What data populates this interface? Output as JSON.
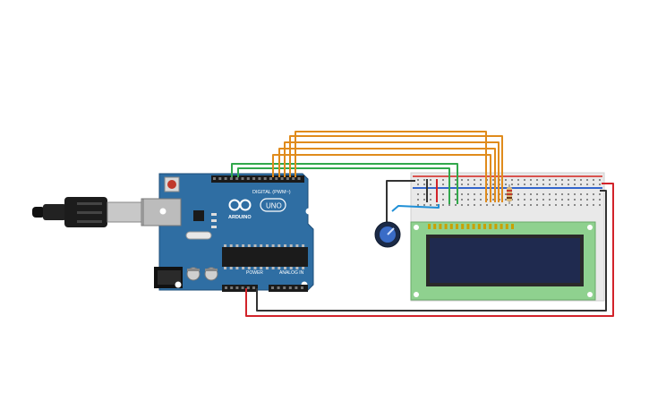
{
  "board": {
    "name": "UNO",
    "logo_text": "ARDUINO",
    "digital_label": "DIGITAL (PWM~)",
    "power_label": "POWER",
    "analog_label": "ANALOG IN",
    "color": "#2f6ea3"
  },
  "lcd": {
    "color": "#8fd18f",
    "screen_color": "#1f2a4f"
  },
  "wires": {
    "green": "#31a84b",
    "orange": "#e08b1c",
    "red": "#d2232a",
    "black": "#333333",
    "blue": "#1f8fd6"
  },
  "icons": {
    "usb": "usb-cable-icon",
    "potentiometer": "potentiometer-icon",
    "resistor": "resistor-icon"
  }
}
